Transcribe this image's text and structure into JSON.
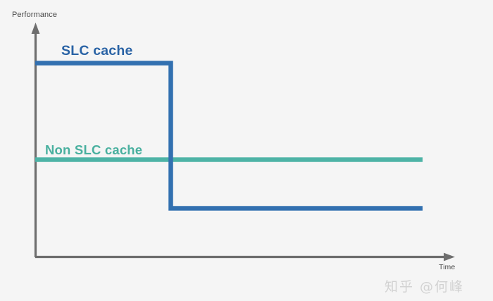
{
  "chart_data": {
    "type": "line",
    "title": "",
    "subtitle": "",
    "xlabel": "Time",
    "ylabel": "Performance",
    "grid": false,
    "legend_position": "inline-annotation",
    "axes": {
      "x": {
        "label": "Time",
        "ticks": [],
        "arrow": true,
        "range_description": "unlabeled increasing time"
      },
      "y": {
        "label": "Performance",
        "ticks": [],
        "arrow": true,
        "range_description": "unlabeled increasing performance"
      }
    },
    "annotations": [
      {
        "text": "SLC cache",
        "color": "#2a63a5",
        "series": "SLC cache"
      },
      {
        "text": "Non SLC cache",
        "color": "#49b09f",
        "series": "Non SLC cache"
      }
    ],
    "series": [
      {
        "name": "SLC cache",
        "color": "#3270b0",
        "line_width": 6,
        "shape": "step-down",
        "description": "High constant performance until the cache is exhausted, then an abrupt drop to a low constant level below the non-SLC level",
        "points": [
          {
            "x": 0.0,
            "y": 0.86
          },
          {
            "x": 0.33,
            "y": 0.86
          },
          {
            "x": 0.33,
            "y": 0.21
          },
          {
            "x": 1.0,
            "y": 0.21
          }
        ]
      },
      {
        "name": "Non SLC cache",
        "color": "#4eb3a6",
        "line_width": 6,
        "shape": "flat",
        "description": "Constant mid-level performance across the whole time range",
        "points": [
          {
            "x": 0.0,
            "y": 0.44
          },
          {
            "x": 1.0,
            "y": 0.44
          }
        ]
      }
    ]
  },
  "labels": {
    "y_axis_title": "Performance",
    "x_axis_title": "Time",
    "slc_series": "SLC cache",
    "non_slc_series": "Non SLC cache"
  },
  "watermark": {
    "text": "知乎 @何峰"
  },
  "colors": {
    "background": "#f5f5f5",
    "axis": "#6e6e6e",
    "slc_line": "#3270b0",
    "slc_label": "#2a63a5",
    "non_slc_line": "#4eb3a6",
    "non_slc_label": "#49b09f",
    "axis_text": "#4a4a4a",
    "watermark": "#d2d2d2"
  }
}
